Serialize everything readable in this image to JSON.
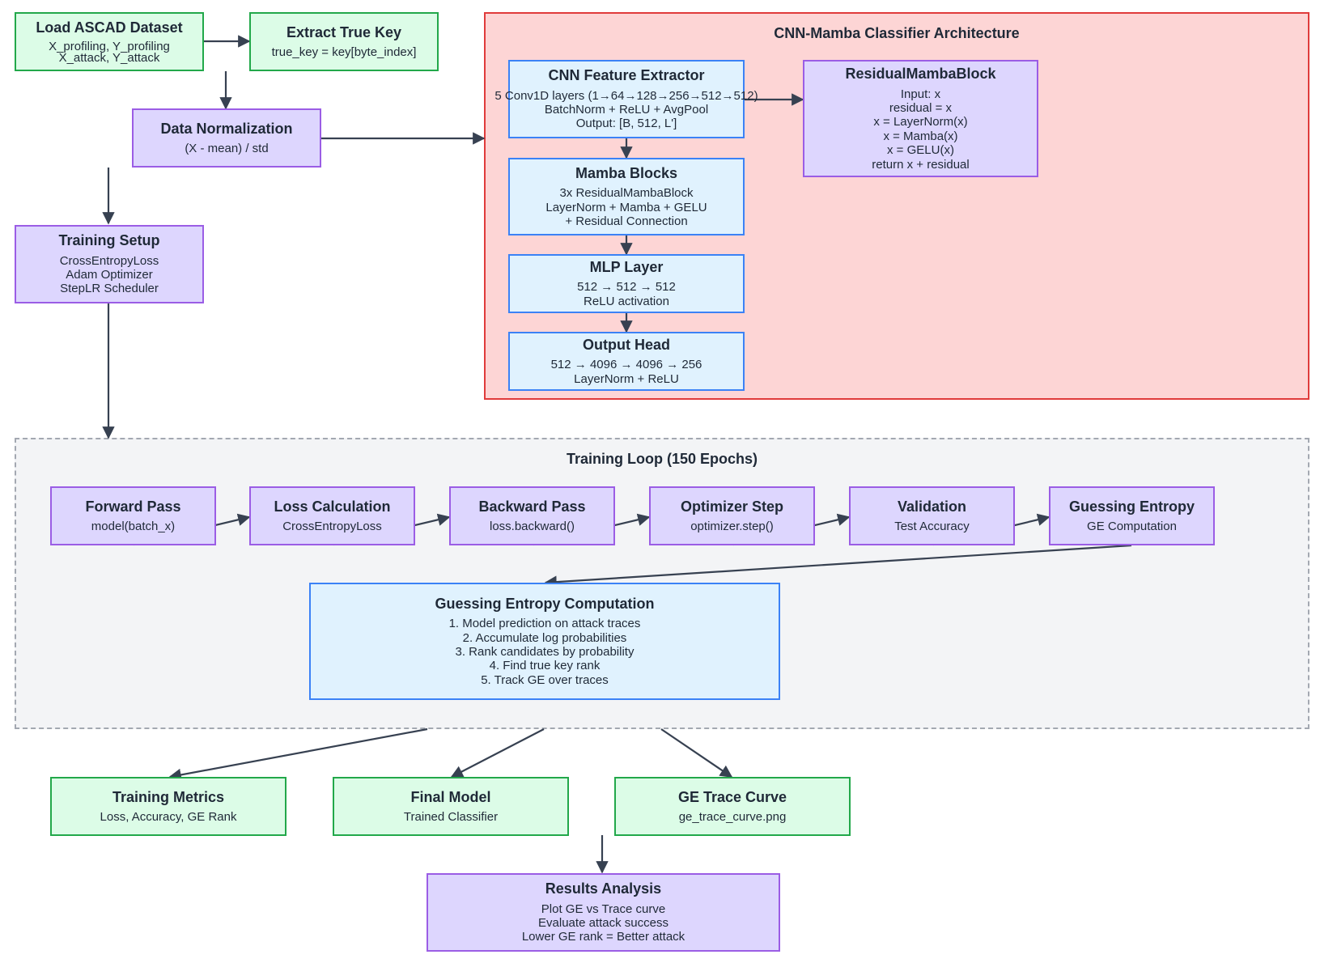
{
  "arch": {
    "title": "CNN-Mamba Classifier Architecture"
  },
  "loop": {
    "title": "Training Loop (150 Epochs)"
  },
  "nodes": {
    "load": {
      "title": "Load ASCAD Dataset",
      "desc": "X_profiling, Y_profiling\nX_attack, Y_attack"
    },
    "key": {
      "title": "Extract True Key",
      "desc": "true_key = key[byte_index]"
    },
    "norm": {
      "title": "Data Normalization",
      "desc": "(X - mean) / std"
    },
    "setup": {
      "title": "Training Setup",
      "desc": "CrossEntropyLoss\nAdam Optimizer\nStepLR Scheduler"
    },
    "cnn": {
      "title": "CNN Feature Extractor",
      "desc": "5 Conv1D layers (1→64→128→256→512→512)\nBatchNorm + ReLU + AvgPool\nOutput: [B, 512, L']"
    },
    "resblock": {
      "title": "ResidualMambaBlock",
      "desc": "Input: x\nresidual = x\nx = LayerNorm(x)\nx = Mamba(x)\nx = GELU(x)\nreturn x + residual"
    },
    "mamba": {
      "title": "Mamba Blocks",
      "desc": "3x ResidualMambaBlock\nLayerNorm + Mamba + GELU\n+ Residual Connection"
    },
    "mlp": {
      "title": "MLP Layer",
      "desc": "512 → 512 → 512\nReLU activation"
    },
    "head": {
      "title": "Output Head",
      "desc": "512 → 4096 → 4096 → 256\nLayerNorm + ReLU"
    },
    "forward": {
      "title": "Forward Pass",
      "desc": "model(batch_x)"
    },
    "loss": {
      "title": "Loss Calculation",
      "desc": "CrossEntropyLoss"
    },
    "backward": {
      "title": "Backward Pass",
      "desc": "loss.backward()"
    },
    "optim": {
      "title": "Optimizer Step",
      "desc": "optimizer.step()"
    },
    "valid": {
      "title": "Validation",
      "desc": "Test Accuracy"
    },
    "ge": {
      "title": "Guessing Entropy",
      "desc": "GE Computation"
    },
    "gecomp": {
      "title": "Guessing Entropy Computation",
      "desc": "1. Model prediction on attack traces\n2. Accumulate log probabilities\n3. Rank candidates by probability\n4. Find true key rank\n5. Track GE over traces"
    },
    "metrics": {
      "title": "Training Metrics",
      "desc": "Loss, Accuracy, GE Rank"
    },
    "final": {
      "title": "Final Model",
      "desc": "Trained Classifier"
    },
    "curve": {
      "title": "GE Trace Curve",
      "desc": "ge_trace_curve.png"
    },
    "results": {
      "title": "Results Analysis",
      "desc": "Plot GE vs Trace curve\nEvaluate attack success\nLower GE rank = Better attack"
    }
  },
  "colors": {
    "green_fill": "#dcfce7",
    "green_border": "#22a84a",
    "purple_fill": "#ddd6fe",
    "purple_border": "#9b5de5",
    "blue_fill": "#e0f2fe",
    "blue_border": "#3b82f6",
    "arch_fill": "#fdd5d5",
    "arch_border": "#e03b3b",
    "loop_fill": "#f3f4f6",
    "loop_border": "#9ca3af",
    "edge": "#374151"
  }
}
